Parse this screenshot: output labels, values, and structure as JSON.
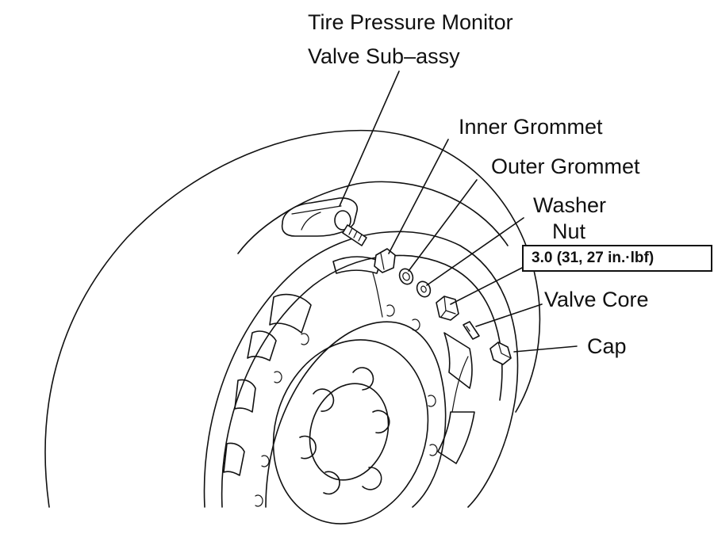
{
  "labels": {
    "tpms_line1": "Tire Pressure Monitor",
    "tpms_line2": "Valve Sub–assy",
    "inner_grommet": "Inner Grommet",
    "outer_grommet": "Outer Grommet",
    "washer": "Washer",
    "nut": "Nut",
    "torque": "3.0 (31, 27 in.·lbf)",
    "valve_core": "Valve Core",
    "cap": "Cap"
  }
}
